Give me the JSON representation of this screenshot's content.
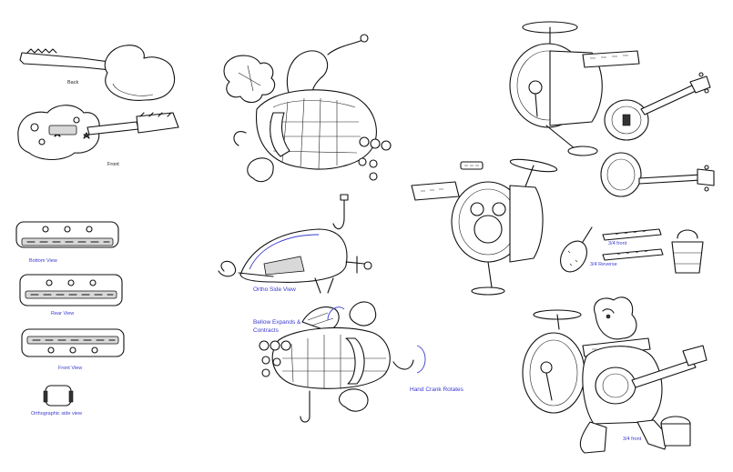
{
  "labels": {
    "guitar_back": "Back",
    "guitar_front": "Front",
    "harmonica_bottom": "Bottom View",
    "harmonica_rear": "Rear View",
    "harmonica_front": "Front View",
    "harmonica_ortho": "Orthographic side view",
    "ortho_side_view": "Ortho Side View",
    "bellow_note_line1": "Bellow Expands &",
    "bellow_note_line2": "Contracts",
    "hand_crank_note": "Hand Crank Rotates",
    "flute_front": "3/4 front",
    "flute_reverse": "3/4 Reverse",
    "character_front": "3/4 front"
  },
  "colors": {
    "line": "#111111",
    "annotation_blue": "#3a3ad0",
    "paper": "#ffffff"
  }
}
